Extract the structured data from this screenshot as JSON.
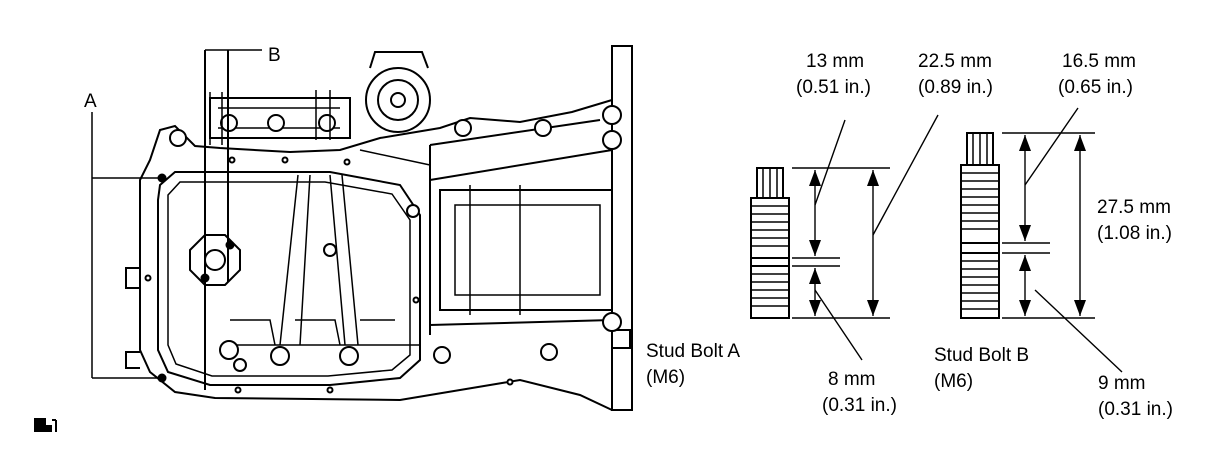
{
  "labels": {
    "point_a": "A",
    "point_b": "B",
    "stud_a_name": "Stud Bolt A",
    "stud_a_size": "(M6)",
    "stud_b_name": "Stud Bolt B",
    "stud_b_size": "(M6)"
  },
  "dimensions": {
    "stud_a_upper": {
      "mm": "13 mm",
      "in": "(0.51 in.)"
    },
    "stud_a_total": {
      "mm": "22.5 mm",
      "in": "(0.89 in.)"
    },
    "stud_a_lower": {
      "mm": "8 mm",
      "in": "(0.31 in.)"
    },
    "stud_b_upper": {
      "mm": "16.5 mm",
      "in": "(0.65 in.)"
    },
    "stud_b_total": {
      "mm": "27.5 mm",
      "in": "(1.08 in.)"
    },
    "stud_b_lower": {
      "mm": "9 mm",
      "in": "(0.31 in.)"
    }
  },
  "icons": {
    "corner_mark": "illustration-id-mark"
  }
}
